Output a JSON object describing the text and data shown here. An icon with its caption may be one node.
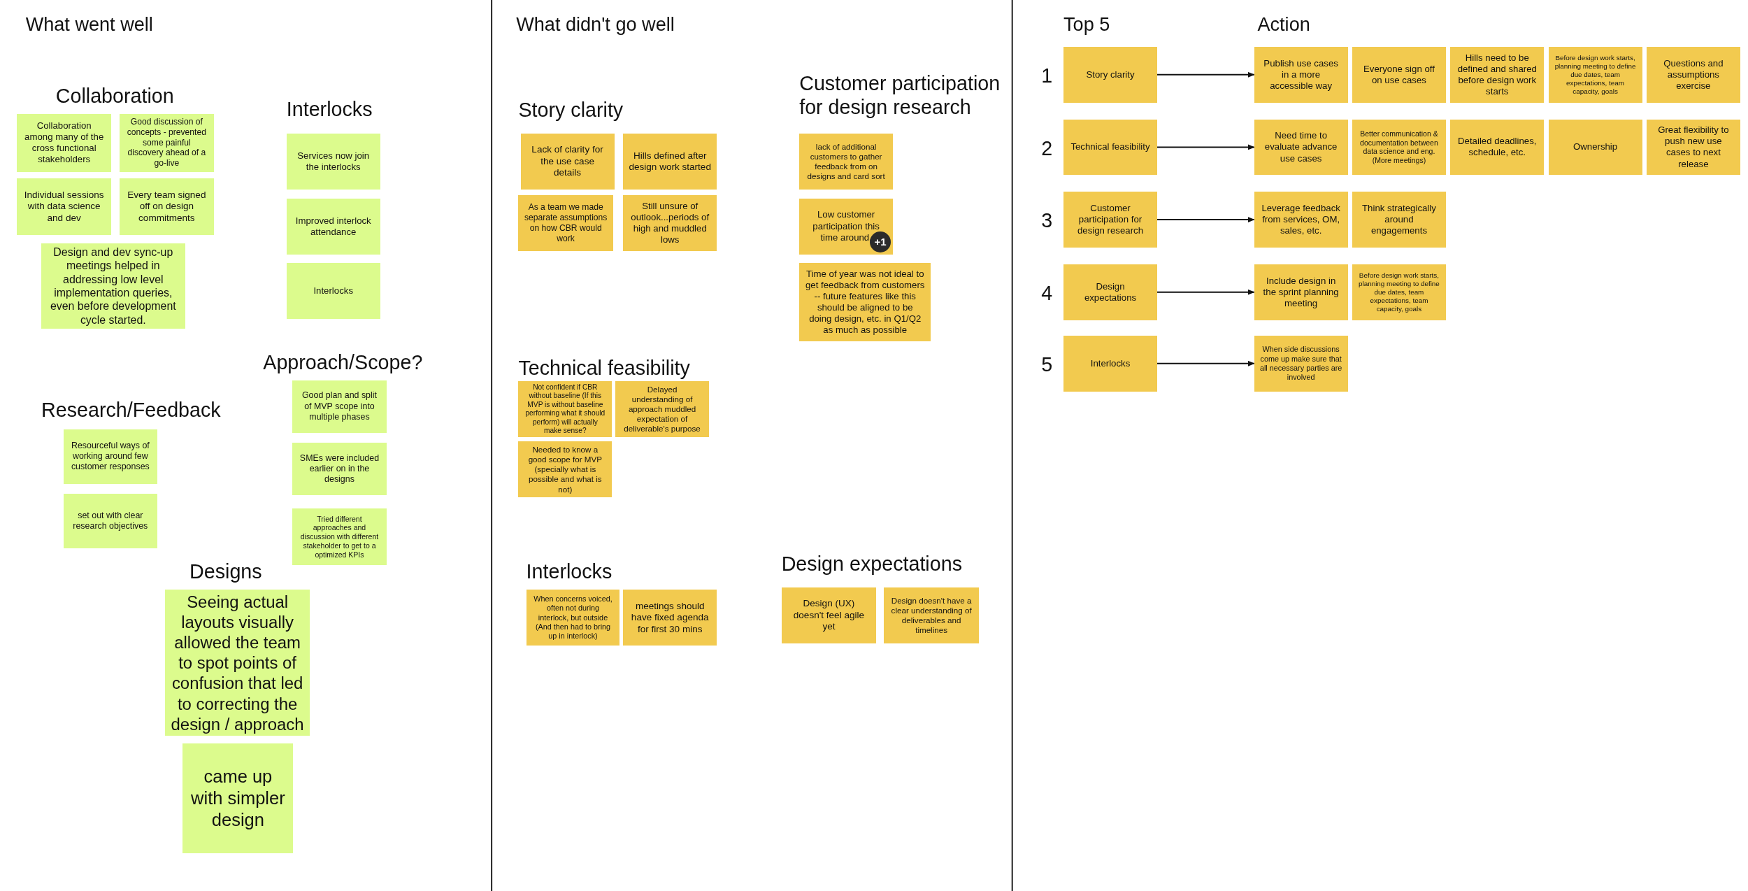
{
  "diagram": {
    "nodes": [
      {
        "text": [
          "Collaboration among many of the cross functional stakeholders"
        ]
      },
      {
        "text": [
          "Good discussion of concepts - prevented some painful discovery ahead of a go-live"
        ]
      },
      {
        "text": [
          "Individual sessions with data science and dev"
        ]
      },
      {
        "text": [
          "Every team signed off on design commitments"
        ]
      },
      {
        "text": [
          "Design and dev sync-up meetings helped in addressing low level implementation queries, even before development cycle started."
        ]
      },
      {
        "text": [
          "Services now join the interlocks"
        ]
      },
      {
        "text": [
          "Improved interlock attendance"
        ]
      },
      {
        "text": [
          "Interlocks"
        ]
      },
      {
        "text": [
          "Good plan and split of MVP scope into multiple phases"
        ]
      },
      {
        "text": [
          "SMEs were included earlier on in the designs"
        ]
      },
      {
        "text": [
          "Tried different approaches and discussion with different stakeholder to get to a optimized KPIs"
        ]
      },
      {
        "text": [
          "Resourceful ways of working around few customer responses"
        ]
      },
      {
        "text": [
          "set out with clear research objectives"
        ]
      },
      {
        "text": [
          "Seeing actual layouts visually allowed the team to spot points of confusion that led to correcting the design / approach"
        ]
      },
      {
        "text": [
          "came up with simpler design"
        ]
      },
      {
        "text": [
          "Lack of clarity for the use case details"
        ]
      },
      {
        "text": [
          "Hills defined after design work started"
        ]
      },
      {
        "text": [
          "As a team we made separate assumptions on how CBR would work"
        ]
      },
      {
        "text": [
          "Still unsure of outlook...periods of high and muddled lows"
        ]
      },
      {
        "text": [
          "lack of additional customers to gather feedback from on designs and card sort"
        ]
      },
      {
        "text": [
          "Low customer participation this time around.",
          "+1"
        ]
      },
      {
        "text": [
          "Time of year was not ideal to get feedback from customers -- future features like this should be aligned to be doing design, etc. in Q1/Q2 as much as possible"
        ]
      },
      {
        "text": [
          "Not confident if CBR without baseline (If this MVP is without baseline performing what it should perform) will actually make sense?"
        ]
      },
      {
        "text": [
          "Delayed understanding of approach  muddled expectation of deliverable's purpose"
        ]
      },
      {
        "text": [
          "Needed to know a good scope for MVP (specially what is possible and what is not)"
        ]
      },
      {
        "text": [
          "When concerns voiced, often not during interlock, but outside (And then had to bring up in interlock)"
        ]
      },
      {
        "text": [
          "meetings should have fixed agenda for first 30 mins"
        ]
      },
      {
        "text": [
          "Design (UX) doesn't feel agile yet"
        ]
      },
      {
        "text": [
          "Design doesn't have a clear understanding of deliverables and timelines"
        ]
      },
      {
        "text": [
          "Story clarity"
        ]
      },
      {
        "text": [
          "Technical feasibility"
        ]
      },
      {
        "text": [
          "Customer participation for design research"
        ]
      },
      {
        "text": [
          "Design expectations"
        ]
      },
      {
        "text": [
          "Interlocks"
        ]
      },
      {
        "text": [
          "Publish use cases in a more accessible way"
        ]
      },
      {
        "text": [
          "Everyone sign off on use cases"
        ]
      },
      {
        "text": [
          "Hills need to be defined and shared before design work starts"
        ]
      },
      {
        "text": [
          "Before design work starts, planning meeting to define due dates, team expectations, team capacity, goals"
        ]
      },
      {
        "text": [
          "Questions and assumptions exercise"
        ]
      },
      {
        "text": [
          "Need time to evaluate advance use cases"
        ]
      },
      {
        "text": [
          "Better communication & documentation between data science and eng. (More meetings)"
        ]
      },
      {
        "text": [
          "Detailed deadlines, schedule, etc."
        ]
      },
      {
        "text": [
          "Ownership"
        ]
      },
      {
        "text": [
          "Great flexibility to push new use cases to next release"
        ]
      },
      {
        "text": [
          "Leverage feedback from services, OM, sales, etc."
        ]
      },
      {
        "text": [
          "Think strategically around engagements"
        ]
      },
      {
        "text": [
          "Include design in the sprint planning meeting"
        ]
      },
      {
        "text": [
          "Before design work starts, planning meeting to define due dates, team expectations, team capacity, goals"
        ]
      },
      {
        "text": [
          "When side discussions come up make sure that all necessary parties are involved"
        ]
      }
    ],
    "edges": [
      {
        "from": 29,
        "to": 34,
        "arrow": "to"
      },
      {
        "from": 30,
        "to": 39,
        "arrow": "to"
      },
      {
        "from": 31,
        "to": 44,
        "arrow": "to"
      },
      {
        "from": 32,
        "to": 46,
        "arrow": "to"
      },
      {
        "from": 33,
        "to": 48,
        "arrow": "to"
      }
    ],
    "labels": [
      "What went well",
      "Collaboration",
      "Interlocks",
      "Approach/Scope?",
      "Research/Feedback",
      "Designs",
      "What didn't go well",
      "Story clarity",
      "Customer participation for design research",
      "Technical feasibility",
      "Interlocks",
      "Design expectations",
      "Top 5",
      "Action",
      "1",
      "2",
      "3",
      "4",
      "5"
    ]
  }
}
